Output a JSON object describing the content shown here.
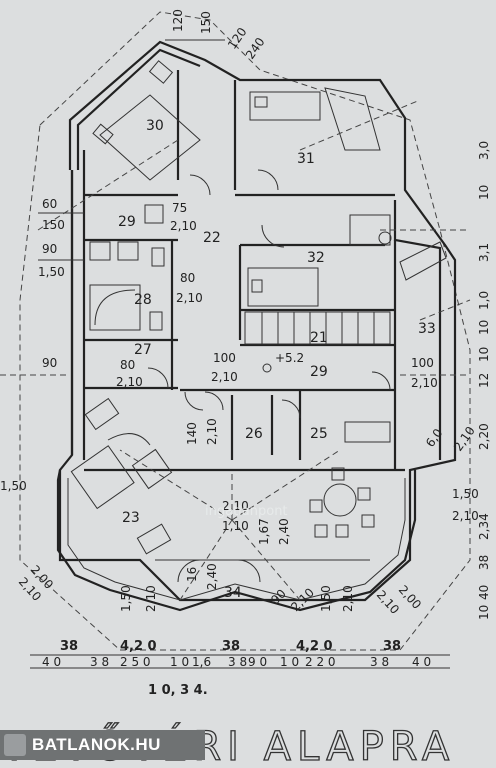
{
  "rooms": {
    "r21": "21",
    "r22": "22",
    "r23": "23",
    "r25": "25",
    "r26": "26",
    "r27": "27",
    "r28": "28",
    "r29": "29",
    "r30": "30",
    "r31": "31",
    "r32": "32",
    "r33": "33",
    "r34": "34",
    "r29b": "29"
  },
  "level_mark": "+5.2",
  "door_labels": [
    {
      "top": "75",
      "bottom": "2,10"
    },
    {
      "top": "80",
      "bottom": "2,10"
    },
    {
      "top": "80",
      "bottom": "2,10"
    },
    {
      "top": "100",
      "bottom": "2,10"
    },
    {
      "top": "100",
      "bottom": "2,10"
    },
    {
      "top": "2,10",
      "bottom": "1,10"
    }
  ],
  "top_dims": [
    "120",
    "150",
    "120",
    "240"
  ],
  "left_dims": [
    "60",
    "150",
    "90",
    "1,50",
    "90",
    "1,50"
  ],
  "right_dims": [
    "3,0",
    "10",
    "3,1",
    "1,0",
    "10",
    "10",
    "12",
    "2,20",
    "2,34",
    "38",
    "40",
    "10"
  ],
  "misc_dims": [
    "6,0",
    "2,10",
    "1,50",
    "2,10",
    "2,00",
    "2,10",
    "2,00",
    "2,10",
    "140",
    "2,10",
    "90",
    "1,50",
    "2,10",
    "16",
    "2,40",
    "1,50",
    "2,10",
    "1,67",
    "2,40",
    "90",
    "2,10"
  ],
  "bottom_dims": {
    "row1": [
      "38",
      "4,2 0",
      "38",
      "4,2 0",
      "38"
    ],
    "row2": [
      "4 0",
      "3 8",
      "2 5 0",
      "1 0",
      "1,6",
      "3 8",
      "9 0",
      "1 0",
      "2 2 0",
      "3 8",
      "4 0"
    ],
    "total": "1 0, 3 4."
  },
  "plan_title": "TETŐTÉRI ALAPRA",
  "watermark": "ingatlanpont",
  "footer": {
    "brand": "BATLANOK.HU"
  }
}
